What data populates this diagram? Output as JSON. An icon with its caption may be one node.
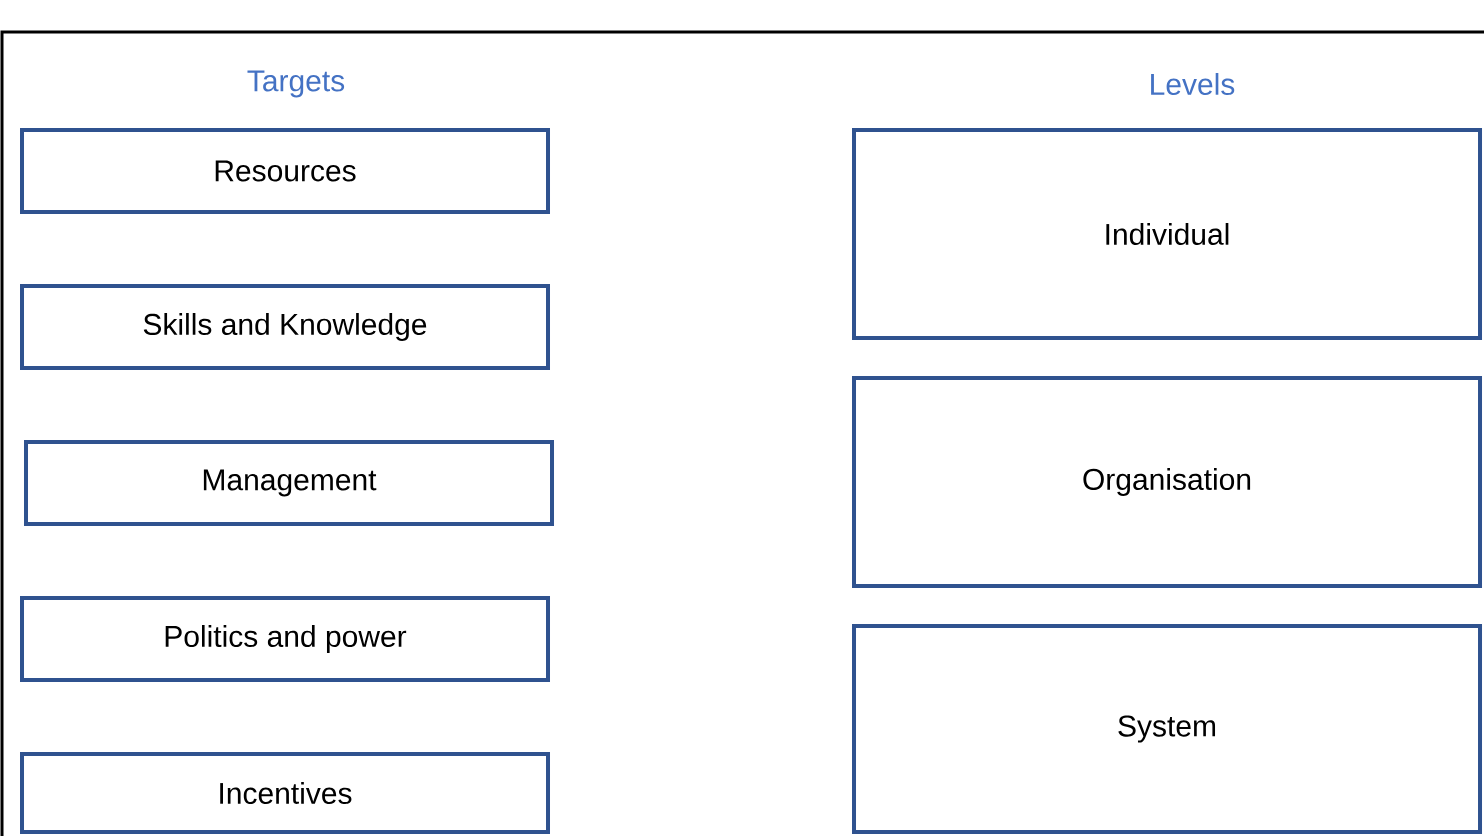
{
  "diagram": {
    "nodes": [
      {
        "text": [
          "Resources"
        ]
      },
      {
        "text": [
          "Skills and Knowledge"
        ]
      },
      {
        "text": [
          "Management"
        ]
      },
      {
        "text": [
          "Politics and power"
        ]
      },
      {
        "text": [
          "Incentives"
        ]
      },
      {
        "text": [
          "Individual"
        ]
      },
      {
        "text": [
          "Organisation"
        ]
      },
      {
        "text": [
          "System"
        ]
      }
    ],
    "labels": [
      "Targets",
      "Levels"
    ]
  }
}
